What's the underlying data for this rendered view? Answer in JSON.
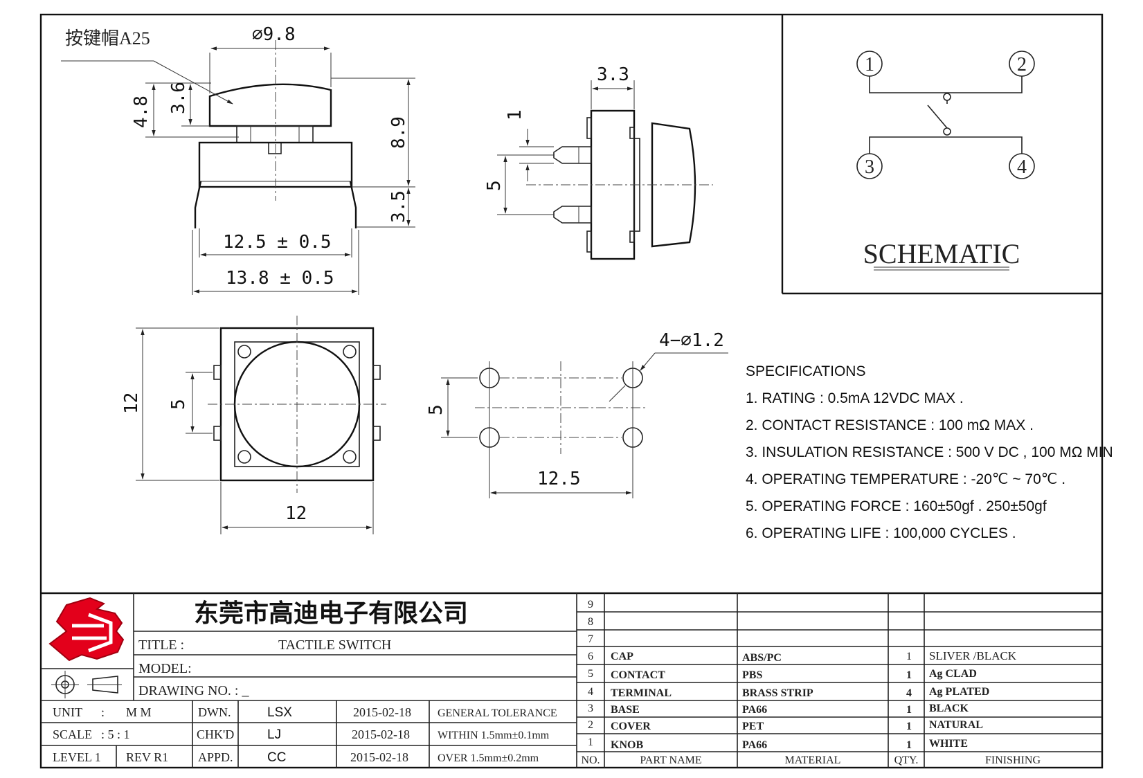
{
  "front_view": {
    "keycap_label": "按键帽A25",
    "dim_cap_diameter": "⌀9.8",
    "dim_cap_height": "3.6",
    "dim_overall_top": "4.8",
    "dim_total_height": "8.9",
    "dim_pin_length": "3.5",
    "dim_body_width": "12.5 ± 0.5",
    "dim_pin_span": "13.8 ± 0.5"
  },
  "side_view": {
    "dim_body_depth": "3.3",
    "dim_pin_tip": "1",
    "dim_pin_pitch": "5"
  },
  "top_view": {
    "dim_width": "12",
    "dim_height": "12",
    "dim_lead_pitch": "5"
  },
  "footprint": {
    "dim_hole": "4−⌀1.2",
    "dim_pitch_y": "5",
    "dim_pitch_x": "12.5"
  },
  "schematic": {
    "title": "SCHEMATIC",
    "pins": [
      "1",
      "2",
      "3",
      "4"
    ]
  },
  "specifications": {
    "heading": "SPECIFICATIONS",
    "items": [
      "1. RATING : 0.5mA 12VDC MAX .",
      "2. CONTACT RESISTANCE : 100 mΩ MAX .",
      "3. INSULATION RESISTANCE : 500 V DC , 100 MΩ MIN",
      "4. OPERATING TEMPERATURE : -20℃ ~ 70℃ .",
      "5. OPERATING FORCE : 160±50gf . 250±50gf",
      "6. OPERATING LIFE : 100,000 CYCLES ."
    ]
  },
  "title_block": {
    "company": "东莞市高迪电子有限公司",
    "title_label": "TITLE :",
    "title_value": "TACTILE SWITCH",
    "model_label": "MODEL:",
    "drawing_no_label": "DRAWING NO. : _",
    "unit_label": "UNIT",
    "unit_colon": ":",
    "unit_value": "M M",
    "scale_label": "SCALE",
    "scale_value": ": 5 : 1",
    "level": "LEVEL 1",
    "rev": "REV  R1",
    "dwn_label": "DWN.",
    "dwn_value": "LSX",
    "dwn_date": "2015-02-18",
    "chk_label": "CHK'D",
    "chk_value": "LJ",
    "chk_date": "2015-02-18",
    "appd_label": "APPD.",
    "appd_value": "CC",
    "appd_date": "2015-02-18",
    "tol_heading": "GENERAL TOLERANCE",
    "tol_within": "WITHIN 1.5mm±0.1mm",
    "tol_over": "OVER    1.5mm±0.2mm"
  },
  "bom": {
    "headers": {
      "no": "NO.",
      "part": "PART   NAME",
      "material": "MATERIAL",
      "qty": "QTY.",
      "finishing": "FINISHING"
    },
    "rows": [
      {
        "no": "9",
        "part": "",
        "material": "",
        "qty": "",
        "finishing": ""
      },
      {
        "no": "8",
        "part": "",
        "material": "",
        "qty": "",
        "finishing": ""
      },
      {
        "no": "7",
        "part": "",
        "material": "",
        "qty": "",
        "finishing": ""
      },
      {
        "no": "6",
        "part": "CAP",
        "material": "ABS/PC",
        "qty": "1",
        "finishing": "SLIVER /BLACK"
      },
      {
        "no": "5",
        "part": "CONTACT",
        "material": "PBS",
        "qty": "1",
        "finishing": "Ag CLAD"
      },
      {
        "no": "4",
        "part": "TERMINAL",
        "material": "BRASS STRIP",
        "qty": "4",
        "finishing": "Ag PLATED"
      },
      {
        "no": "3",
        "part": "BASE",
        "material": "PA66",
        "qty": "1",
        "finishing": "BLACK"
      },
      {
        "no": "2",
        "part": "COVER",
        "material": "PET",
        "qty": "1",
        "finishing": "NATURAL"
      },
      {
        "no": "1",
        "part": "KNOB",
        "material": "PA66",
        "qty": "1",
        "finishing": "WHITE"
      }
    ]
  },
  "colors": {
    "logo_red": "#e3001b",
    "line": "#222222"
  }
}
